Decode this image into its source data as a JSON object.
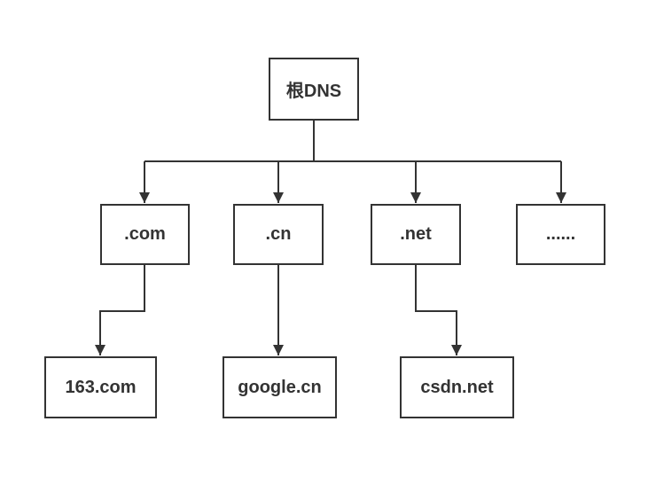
{
  "diagram": {
    "root": {
      "label": "根DNS"
    },
    "tld_nodes": [
      {
        "label": ".com"
      },
      {
        "label": ".cn"
      },
      {
        "label": ".net"
      },
      {
        "label": "......"
      }
    ],
    "domain_nodes": [
      {
        "label": "163.com"
      },
      {
        "label": "google.cn"
      },
      {
        "label": "csdn.net"
      }
    ],
    "colors": {
      "line": "#333333",
      "box_border": "#333333",
      "text": "#333333",
      "background": "#ffffff"
    }
  }
}
